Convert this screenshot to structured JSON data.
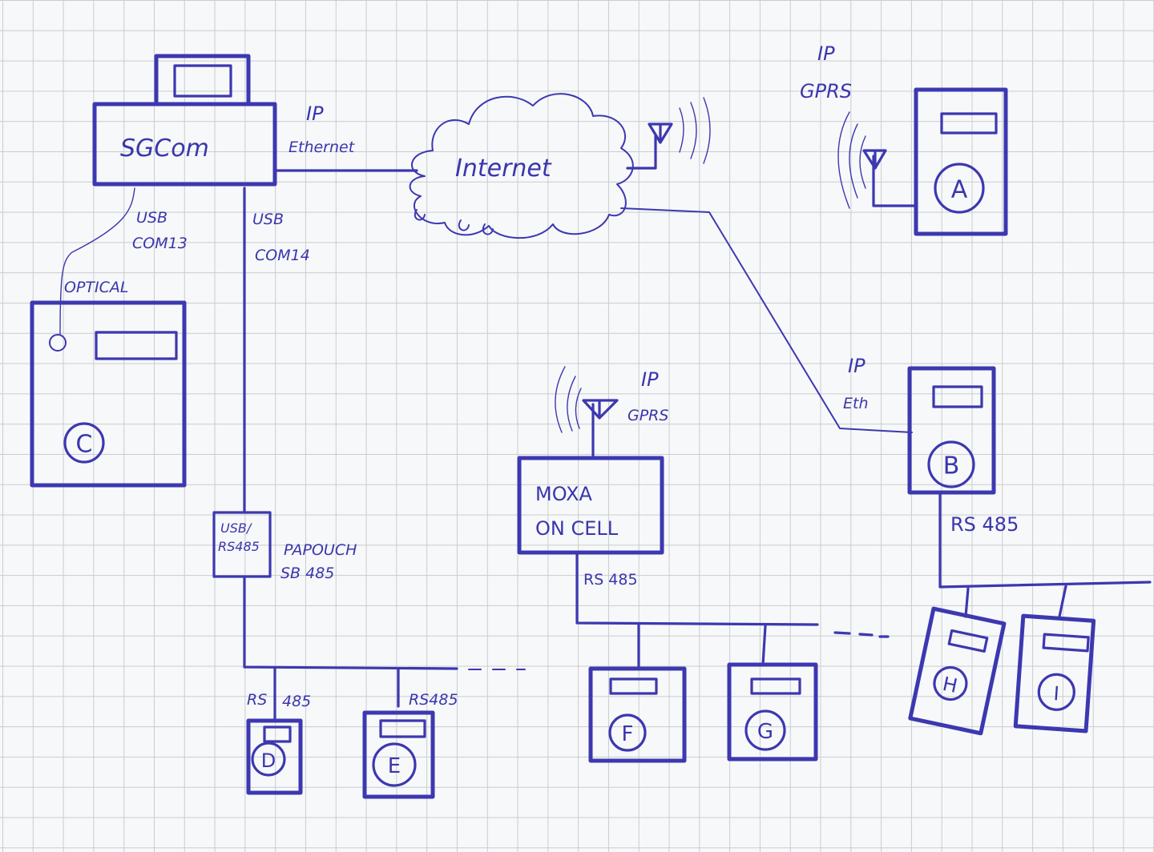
{
  "diagram": {
    "title": "",
    "style": "hand-drawn ink sketch on grid paper",
    "colors": {
      "ink": "#3c38b0",
      "grid": "#c9cccf",
      "paper": "#f7f8f9"
    },
    "nodes": {
      "sgcom": {
        "label": "SGCom",
        "type": "server"
      },
      "internet": {
        "label": "Internet",
        "type": "cloud"
      },
      "meter_a": {
        "letter": "A",
        "type": "meter"
      },
      "meter_b": {
        "letter": "B",
        "type": "meter"
      },
      "meter_c": {
        "letter": "C",
        "type": "meter"
      },
      "meter_d": {
        "letter": "D",
        "type": "meter"
      },
      "meter_e": {
        "letter": "E",
        "type": "meter"
      },
      "meter_f": {
        "letter": "F",
        "type": "meter"
      },
      "meter_g": {
        "letter": "G",
        "type": "meter"
      },
      "meter_h": {
        "letter": "H",
        "type": "meter"
      },
      "meter_i": {
        "letter": "I",
        "type": "meter"
      },
      "moxa": {
        "line1": "MOXA",
        "line2": "ON CELL",
        "type": "gateway"
      },
      "converter": {
        "line1": "USB/",
        "line2": "RS485",
        "type": "converter"
      }
    },
    "labels": {
      "sgcom_ip": "IP",
      "sgcom_ethernet": "Ethernet",
      "usb1": "USB",
      "com13": "COM13",
      "usb2": "USB",
      "com14": "COM14",
      "optical": "OPTICAL",
      "a_ip": "IP",
      "a_gprs": "GPRS",
      "moxa_ip": "IP",
      "moxa_gprs": "GPRS",
      "moxa_rs485": "RS 485",
      "b_ip": "IP",
      "b_eth": "Eth",
      "b_rs485": "RS 485",
      "papouch1": "PAPOUCH",
      "papouch2": "SB 485",
      "d_rs": "RS",
      "d_485": "485",
      "e_rs485": "RS485"
    },
    "edges": [
      {
        "from": "sgcom",
        "to": "internet",
        "label": "IP Ethernet"
      },
      {
        "from": "internet",
        "to": "meter_a",
        "label": "IP GPRS (wireless)"
      },
      {
        "from": "internet",
        "to": "meter_b",
        "label": "IP Eth"
      },
      {
        "from": "internet",
        "to": "moxa",
        "label": "IP GPRS (wireless)"
      },
      {
        "from": "sgcom",
        "to": "meter_c",
        "label": "USB COM13 / OPTICAL"
      },
      {
        "from": "sgcom",
        "to": "converter",
        "label": "USB COM14"
      },
      {
        "from": "converter",
        "to": "meter_d",
        "label": "RS 485"
      },
      {
        "from": "converter",
        "to": "meter_e",
        "label": "RS485"
      },
      {
        "from": "moxa",
        "to": "meter_f",
        "label": "RS 485"
      },
      {
        "from": "moxa",
        "to": "meter_g",
        "label": "RS 485"
      },
      {
        "from": "meter_b",
        "to": "meter_h",
        "label": "RS 485"
      },
      {
        "from": "meter_b",
        "to": "meter_i",
        "label": "RS 485"
      }
    ]
  }
}
